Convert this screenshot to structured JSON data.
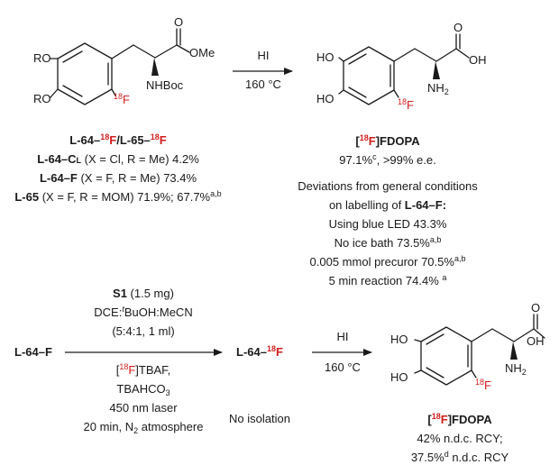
{
  "colors": {
    "fluorine_red": "#d11f1f",
    "ink": "#1a1a1a"
  },
  "reaction1": {
    "reagent": "HI",
    "condition": "160 °C",
    "substrate_atoms": {
      "ro_top": "RO",
      "ro_bottom": "RO",
      "ome": "OMe",
      "o_top": "O",
      "nhboc": "NHBoc",
      "f18_mass": "18",
      "f18_elem": "F"
    },
    "product_atoms": {
      "ho_top": "HO",
      "ho_bottom": "HO",
      "o_top": "O",
      "oh": "OH",
      "nh2": "NH",
      "nh2_sub": "2",
      "f18_mass": "18",
      "f18_elem": "F"
    },
    "substrate_caption": {
      "line1": {
        "a": "L-64–",
        "a_mass": "18",
        "a_elem": "F",
        "sep": "/",
        "b": "L-65–",
        "b_mass": "18",
        "b_elem": "F"
      },
      "line2": {
        "label": "L-64–Cl",
        "text": " (X = Cl, R = Me) 4.2%"
      },
      "line3": {
        "label": "L-64–F",
        "text": " (X = F, R = Me) 73.4%"
      },
      "line4": {
        "label": "L-65",
        "text": " (X = F, R = MOM) 71.9%; 67.7%",
        "sup": "a,b"
      }
    },
    "product_caption": {
      "name_open": "[",
      "name_mass": "18",
      "name_elem": "F",
      "name_close": "]FDOPA",
      "yield": "97.1%",
      "yield_sup": "c",
      "ee": ", >99% e.e."
    },
    "deviations": {
      "line1": "Deviations from general conditions",
      "line2_prefix": "on labelling of ",
      "line2_label": "L-64–F:",
      "items": [
        {
          "text": "Using blue LED 43.3%",
          "sup": ""
        },
        {
          "text": "No ice bath 73.5%",
          "sup": "a,b"
        },
        {
          "text": "0.005 mmol precuror 70.5%",
          "sup": "a,b"
        },
        {
          "text": "5 min reaction 74.4% ",
          "sup": "a"
        }
      ]
    }
  },
  "reaction2": {
    "start_label": "L-64–F",
    "above_arrow": {
      "s1_label": "S1",
      "s1_amount": " (1.5 mg)",
      "solvent_pre": "DCE:",
      "solvent_t": "t",
      "solvent_post": "BuOH:MeCN",
      "ratio": "(5:4:1, 1 ml)"
    },
    "below_arrow": {
      "tbaf_open": "[",
      "tbaf_mass": "18",
      "tbaf_elem": "F",
      "tbaf_close": "]TBAF,",
      "tbahco3": "TBAHCO",
      "tbahco3_sub": "3",
      "laser": "450 nm laser",
      "time_pre": "20 min, N",
      "time_sub": "2",
      "time_post": " atmosphere"
    },
    "intermediate": {
      "label": "L-64–",
      "mass": "18",
      "elem": "F",
      "note": "No isolation"
    },
    "reagent": "HI",
    "condition": "160 °C",
    "product_atoms": {
      "ho_top": "HO",
      "ho_bottom": "HO",
      "o_top": "O",
      "oh": "OH",
      "nh2": "NH",
      "nh2_sub": "2",
      "f18_mass": "18",
      "f18_elem": "F"
    },
    "product_caption": {
      "name_open": "[",
      "name_mass": "18",
      "name_elem": "F",
      "name_close": "]FDOPA",
      "line2": "42% n.d.c. RCY;",
      "line3_val": "37.5%",
      "line3_sup": "d",
      "line3_text": " n.d.c. RCY"
    }
  }
}
